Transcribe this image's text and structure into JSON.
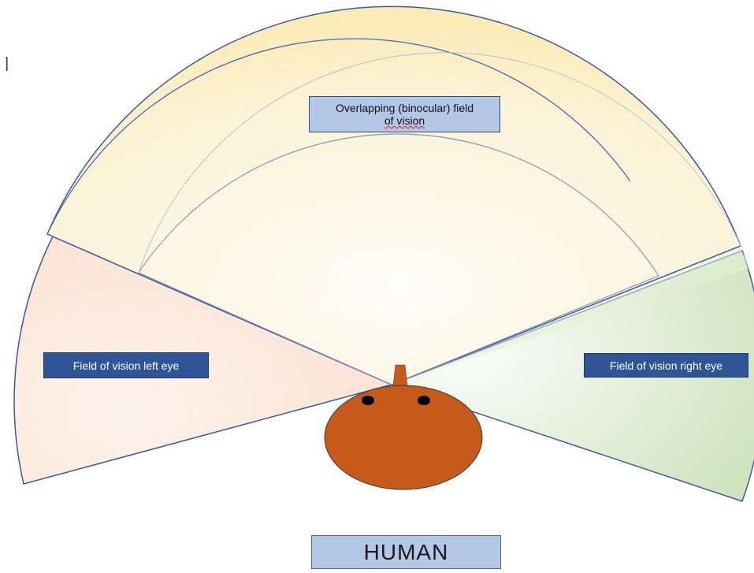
{
  "labels": {
    "binocular_line1": "Overlapping (binocular) field",
    "binocular_line2": "of vision",
    "left_eye": "Field of vision left eye",
    "right_eye": "Field of vision right eye",
    "subject": "HUMAN"
  },
  "colors": {
    "left_field": "#fbe2d2",
    "binocular_field": "#fdf0c8",
    "right_field": "#d7e8c7",
    "outline": "#3a5a9a",
    "head": "#c55a1b",
    "label_fill": "#b4c7e7",
    "dark_label_fill": "#2f5597"
  }
}
